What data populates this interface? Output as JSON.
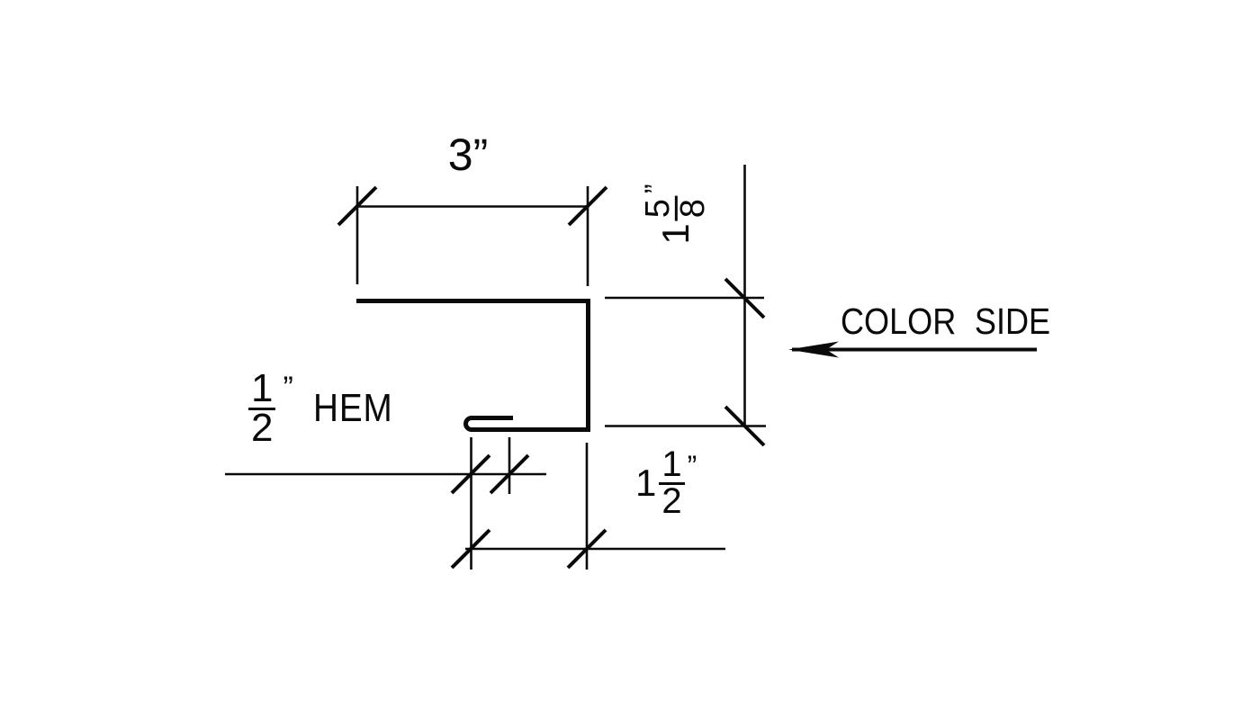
{
  "drawing": {
    "colors": {
      "line": "#0a0a0a",
      "background": "#ffffff"
    },
    "dimensions": {
      "top_width": {
        "value": "3\"",
        "text": "3”"
      },
      "right_height": {
        "value": "1 5/8\"",
        "whole": "1",
        "numerator": "5",
        "denominator": "8",
        "unit": "”"
      },
      "hem": {
        "value": "1/2\" HEM",
        "numerator": "1",
        "denominator": "2",
        "unit": "”",
        "word": "HEM"
      },
      "bottom_width": {
        "value": "1 1/2\"",
        "whole": "1",
        "numerator": "1",
        "denominator": "2",
        "unit": "”"
      },
      "color_side": {
        "value": "COLOR SIDE",
        "text": "COLOR SIDE"
      }
    }
  }
}
